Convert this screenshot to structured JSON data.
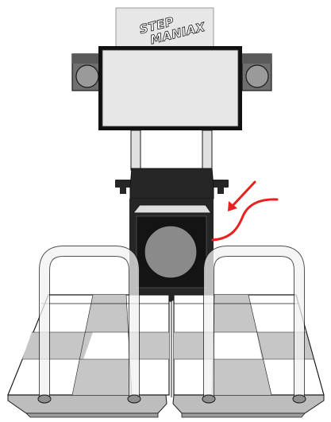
{
  "marquee": {
    "logo_line1": "STEP",
    "logo_line2": "MANIAX"
  },
  "colors": {
    "outline": "#1a1a1a",
    "cabinet_dark": "#262626",
    "panel_light": "#e7e7e7",
    "panel_mid": "#cfcfcf",
    "speaker_gray": "#8d8d8d",
    "subwoofer": "#8a8a8a",
    "arrow_red": "#e8201e",
    "stage_white": "#ffffff",
    "stage_gray": "#c6c6c6",
    "bar_white": "#f2f2f2"
  },
  "icons": {
    "callout": "red-arrow-icon",
    "cable": "red-cable"
  }
}
